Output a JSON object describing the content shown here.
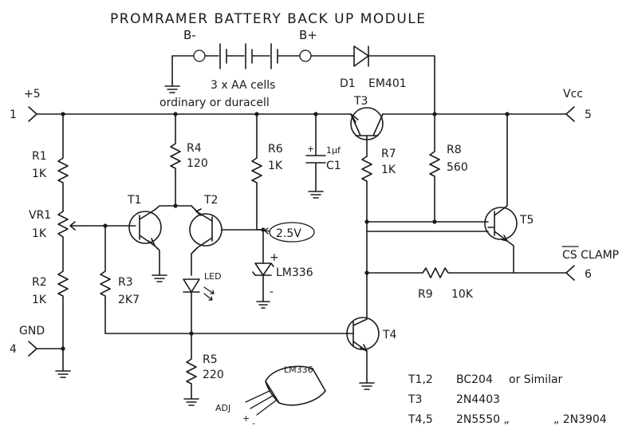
{
  "title": "PROMRAMER BATTERY BACK UP MODULE",
  "battery": {
    "neg_label": "B-",
    "pos_label": "B+",
    "cells_line1": "3 x AA cells",
    "cells_line2": "ordinary or duracell"
  },
  "diode": {
    "ref": "D1",
    "part": "EM401"
  },
  "pins": {
    "p1_num": "1",
    "p1_name": "+5",
    "p4_num": "4",
    "p4_name": "GND",
    "p5_num": "5",
    "p5_name": "Vcc",
    "p6_num": "6",
    "p6_name": "CS CLAMP"
  },
  "resistors": {
    "r1_ref": "R1",
    "r1_val": "1K",
    "vr1_ref": "VR1",
    "vr1_val": "1K",
    "r2_ref": "R2",
    "r2_val": "1K",
    "r3_ref": "R3",
    "r3_val": "2K7",
    "r4_ref": "R4",
    "r4_val": "120",
    "r5_ref": "R5",
    "r5_val": "220",
    "r6_ref": "R6",
    "r6_val": "1K",
    "r7_ref": "R7",
    "r7_val": "1K",
    "r8_ref": "R8",
    "r8_val": "560",
    "r9_ref": "R9",
    "r9_val": "10K"
  },
  "capacitor": {
    "ref": "C1",
    "val": "1µf",
    "plus": "+"
  },
  "transistors": {
    "t1": "T1",
    "t2": "T2",
    "t3": "T3",
    "t4": "T4",
    "t5": "T5"
  },
  "led_label": "LED",
  "zener": {
    "part": "LM336",
    "plus": "+",
    "minus": "-",
    "voltage": "2.5V"
  },
  "package": {
    "title": "LM336",
    "adj": "ADJ",
    "plus": "+",
    "minus": "-"
  },
  "parts_list": [
    {
      "ref": "T1,2",
      "part": "BC204",
      "note": "or Similar"
    },
    {
      "ref": "T3",
      "part": "2N4403",
      "note": ""
    },
    {
      "ref": "T4,5",
      "part": "2N5550 „",
      "note": "„ 2N3904"
    }
  ]
}
